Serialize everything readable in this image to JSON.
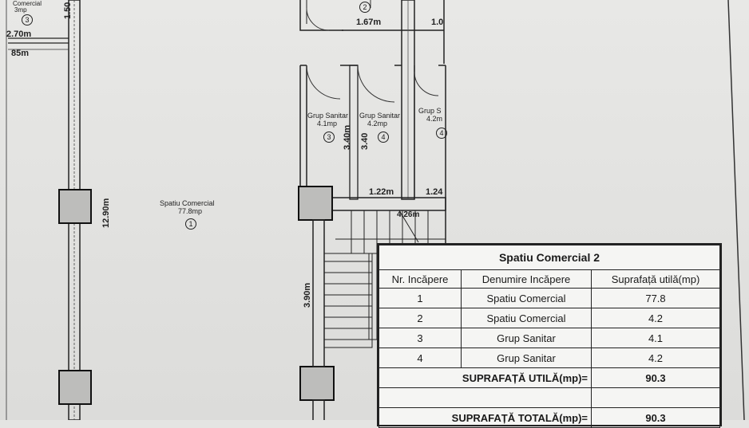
{
  "plan": {
    "room3_top_label": "Comercial",
    "room3_top_area": "3mp",
    "room3_top_num": "3",
    "dim_270": "2.70m",
    "dim_85": "85m",
    "dim_150": "1.50",
    "room2_num": "2",
    "dim_167": "1.67m",
    "dim_1u": "1.0",
    "gs1_label": "Grup Sanitar",
    "gs1_area": "4.1mp",
    "gs1_num": "3",
    "gs2_label": "Grup Sanitar",
    "gs2_area": "4.2mp",
    "gs2_num": "4",
    "gs3_label": "Grup S",
    "gs3_area": "4.2m",
    "gs3_num": "4",
    "dim_340a": "3.40m",
    "dim_340b": "3.40",
    "dim_122": "1.22m",
    "dim_124": "1.24",
    "dim_426": "4.26m",
    "dim_1290": "12.90m",
    "dim_390": "3.90m",
    "main_label": "Spatiu Comercial",
    "main_area": "77.8mp",
    "main_num": "1"
  },
  "table": {
    "title": "Spatiu Comercial  2",
    "headers": [
      "Nr. Incăpere",
      "Denumire Incăpere",
      "Suprafață utilă(mp)"
    ],
    "rows": [
      [
        "1",
        "Spatiu Comercial",
        "77.8"
      ],
      [
        "2",
        "Spatiu Comercial",
        "4.2"
      ],
      [
        "3",
        "Grup Sanitar",
        "4.1"
      ],
      [
        "4",
        "Grup Sanitar",
        "4.2"
      ]
    ],
    "util_label": "SUPRAFAȚĂ UTILĂ(mp)=",
    "util_value": "90.3",
    "total_label": "SUPRAFAȚĂ TOTALĂ(mp)=",
    "total_value": "90.3"
  }
}
